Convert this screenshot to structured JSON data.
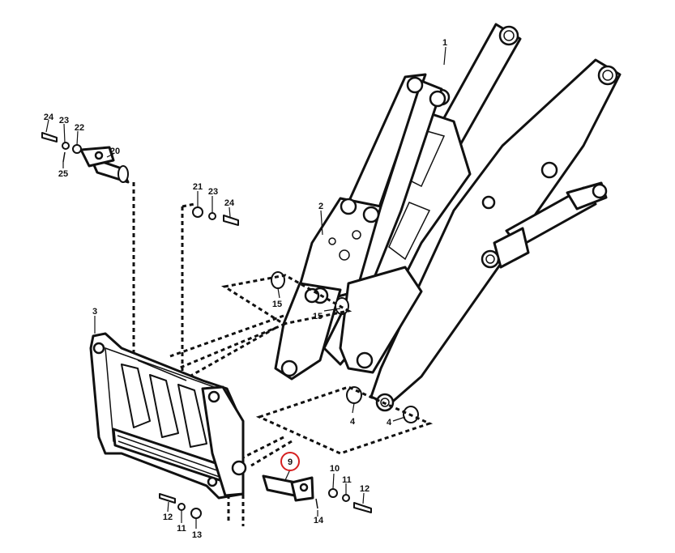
{
  "diagram": {
    "type": "exploded-parts-diagram",
    "highlight_color": "#d62020",
    "callouts": {
      "c1": "1",
      "c2": "2",
      "c3": "3",
      "c4a": "4",
      "c4b": "4",
      "c9": "9",
      "c10": "10",
      "c11a": "11",
      "c11b": "11",
      "c12a": "12",
      "c12b": "12",
      "c13": "13",
      "c14": "14",
      "c15a": "15",
      "c15b": "15",
      "c20": "20",
      "c21": "21",
      "c22": "22",
      "c23a": "23",
      "c23b": "23",
      "c24a": "24",
      "c24b": "24",
      "c25": "25"
    },
    "highlighted_callout": "9"
  }
}
